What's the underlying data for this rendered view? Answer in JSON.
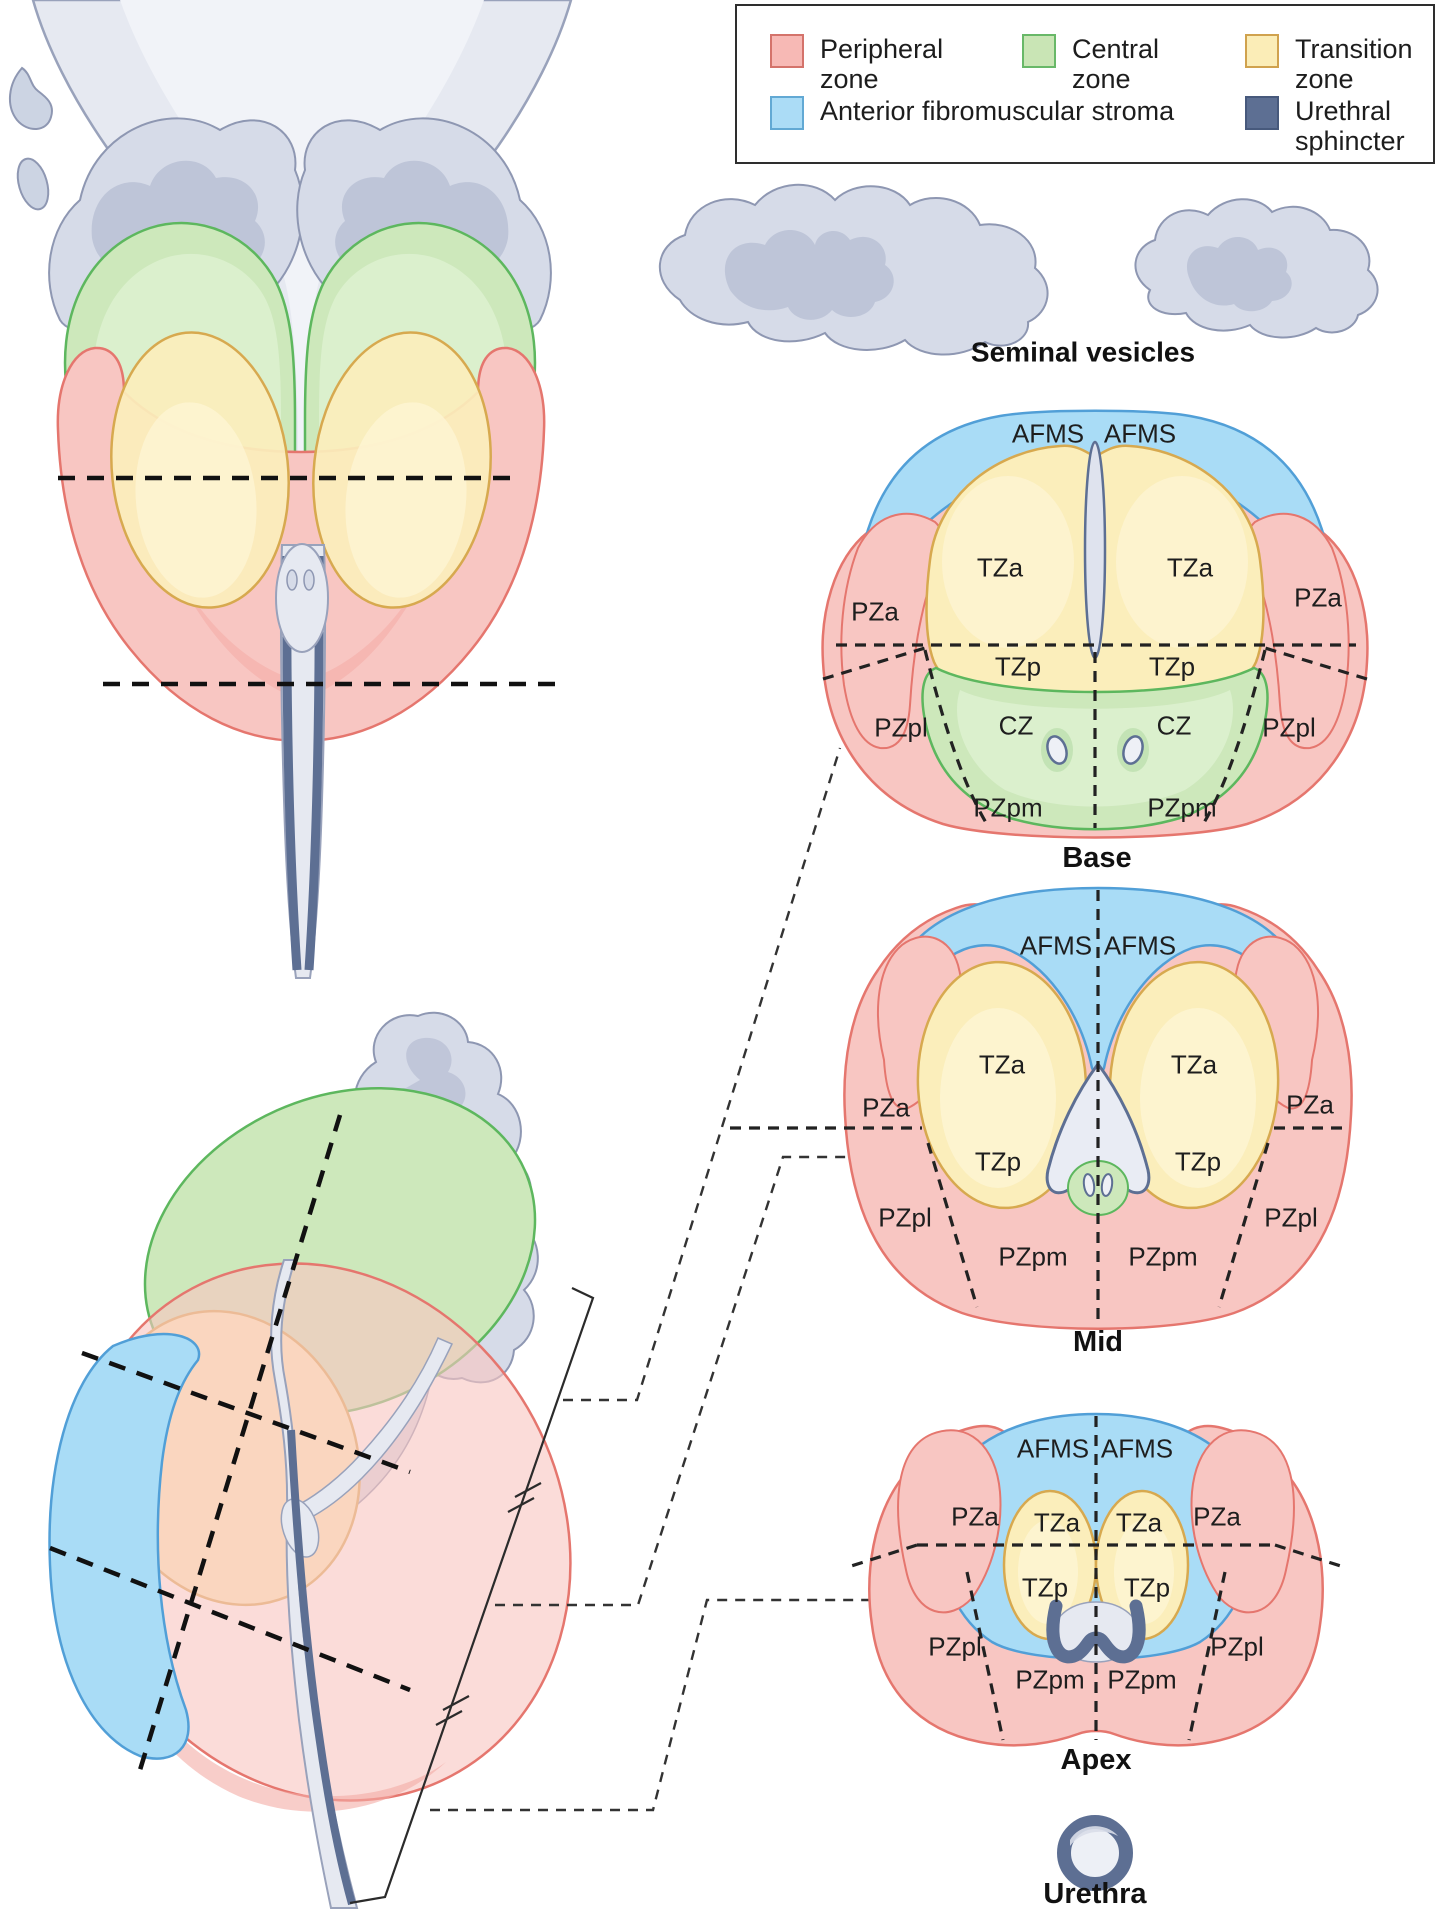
{
  "legend": {
    "items": [
      {
        "label": "Peripheral zone",
        "color": "#f7b9b5",
        "border": "#d4736b"
      },
      {
        "label": "Central zone",
        "color": "#c9e5b5",
        "border": "#68b868"
      },
      {
        "label": "Transition zone",
        "color": "#fbedb7",
        "border": "#d0a24e"
      },
      {
        "label": "Anterior fibromuscular stroma",
        "color": "#abdcf6",
        "border": "#62a9d4"
      },
      {
        "label": "Urethral sphincter",
        "color": "#5d6f93",
        "border": "#47597c"
      }
    ]
  },
  "captions": {
    "seminal_vesicles": "Seminal vesicles",
    "base": "Base",
    "mid": "Mid",
    "apex": "Apex",
    "urethra": "Urethra"
  },
  "zone_labels": {
    "base": [
      "AFMS",
      "AFMS",
      "TZa",
      "TZa",
      "PZa",
      "PZa",
      "TZp",
      "TZp",
      "CZ",
      "CZ",
      "PZpl",
      "PZpl",
      "PZpm",
      "PZpm"
    ],
    "mid": [
      "AFMS",
      "AFMS",
      "TZa",
      "TZa",
      "PZa",
      "PZa",
      "TZp",
      "TZp",
      "PZpl",
      "PZpl",
      "PZpm",
      "PZpm"
    ],
    "apex": [
      "AFMS",
      "AFMS",
      "PZa",
      "PZa",
      "TZa",
      "TZa",
      "TZp",
      "TZp",
      "PZpl",
      "PZpl",
      "PZpm",
      "PZpm"
    ]
  },
  "colors": {
    "peripheral_zone": "#f8c6c2",
    "central_zone": "#cde8bb",
    "transition_zone": "#fbeebb",
    "anterior_fibromuscular_stroma": "#a9dcf6",
    "urethral_sphincter": "#5d6f93",
    "anatomy_gray": "#dde1ec"
  }
}
